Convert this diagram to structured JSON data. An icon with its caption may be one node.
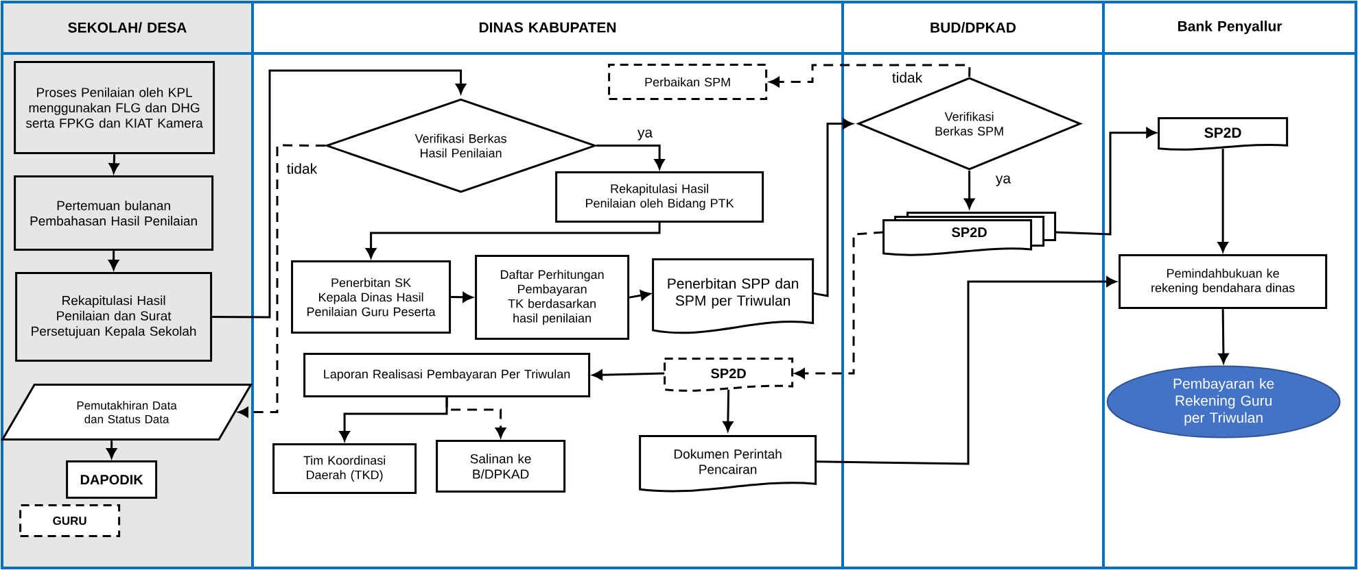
{
  "diagram": {
    "nodes": [
      {
        "text": [
          "SEKOLAH/ DESA"
        ]
      },
      {
        "text": [
          "DINAS KABUPATEN"
        ]
      },
      {
        "text": [
          "BUD/DPKAD"
        ]
      },
      {
        "text": [
          "Bank Penyallur"
        ]
      },
      {
        "text": [
          "Proses Penilaian oleh KPL menggunakan FLG dan DHG serta FPKG dan KIAT Kamera"
        ],
        "in": 0
      },
      {
        "text": [
          "Pertemuan bulanan Pembahasan Hasil Penilaian"
        ],
        "in": 0
      },
      {
        "text": [
          "Rekapitulasi Hasil Penilaian dan Surat Persetujuan Kepala Sekolah"
        ],
        "in": 0
      },
      {
        "text": [
          "Pemutakhiran Data dan Status Data"
        ],
        "in": 0
      },
      {
        "text": [
          "DAPODIK"
        ],
        "in": 0
      },
      {
        "text": [
          "GURU"
        ],
        "in": 0
      },
      {
        "text": [
          "Verifikasi Berkas Hasil Penilaian"
        ],
        "in": 1
      },
      {
        "text": [
          "Rekapitulasi Hasil Penilaian oleh Bidang PTK"
        ],
        "in": 1
      },
      {
        "text": [
          "Penerbitan SK Kepala Dinas Hasil Penilaian Guru Peserta"
        ],
        "in": 1
      },
      {
        "text": [
          "Daftar Perhitungan Pembayaran TK berdasarkan hasil penilaian"
        ],
        "in": 1
      },
      {
        "text": [
          "Penerbitan SPP dan SPM per Triwulan"
        ],
        "in": 1
      },
      {
        "text": [
          "Perbaikan SPM"
        ],
        "in": 1
      },
      {
        "text": [
          "Laporan Realisasi Pembayaran Per Triwulan"
        ],
        "in": 1
      },
      {
        "text": [
          "SP2D"
        ],
        "in": 1
      },
      {
        "text": [
          "Tim Koordinasi Daerah (TKD)"
        ],
        "in": 1
      },
      {
        "text": [
          "Salinan ke B/DPKAD"
        ],
        "in": 1
      },
      {
        "text": [
          "Dokumen Perintah Pencairan"
        ],
        "in": 1
      },
      {
        "text": [
          "Verifikasi Berkas SPM"
        ],
        "in": 2
      },
      {
        "text": [
          "SP2D"
        ],
        "in": 2
      },
      {
        "text": [
          "SP2D"
        ],
        "in": 3
      },
      {
        "text": [
          "Pemindahbukuan ke rekening bendahara dinas"
        ],
        "in": 3
      },
      {
        "text": [
          "Pembayaran ke Rekening Guru per Triwulan"
        ],
        "in": 3
      }
    ],
    "edges": [
      {
        "from": 4,
        "to": 5,
        "arrow": "to"
      },
      {
        "from": 5,
        "to": 6,
        "arrow": "to"
      },
      {
        "from": 6,
        "to": 10,
        "arrow": "to"
      },
      {
        "from": 10,
        "to": 11,
        "arrow": "to",
        "label": "ya"
      },
      {
        "from": 11,
        "to": 12,
        "arrow": "to"
      },
      {
        "from": 12,
        "to": 13,
        "arrow": "to"
      },
      {
        "from": 13,
        "to": 14,
        "arrow": "to"
      },
      {
        "from": 14,
        "to": 21,
        "arrow": "to"
      },
      {
        "from": 21,
        "to": 15,
        "arrow": "to",
        "label": "tidak",
        "style": "dashed"
      },
      {
        "from": 21,
        "to": 22,
        "arrow": "to",
        "label": "ya"
      },
      {
        "from": 22,
        "to": 17,
        "arrow": "to",
        "style": "dashed"
      },
      {
        "from": 22,
        "to": 23,
        "arrow": "to"
      },
      {
        "from": 23,
        "to": 24,
        "arrow": "to"
      },
      {
        "from": 24,
        "to": 25,
        "arrow": "to"
      },
      {
        "from": 17,
        "to": 16,
        "arrow": "to"
      },
      {
        "from": 17,
        "to": 20,
        "arrow": "to"
      },
      {
        "from": 20,
        "to": 24,
        "arrow": "to"
      },
      {
        "from": 16,
        "to": 18,
        "arrow": "to"
      },
      {
        "from": 16,
        "to": 19,
        "arrow": "to",
        "style": "dashed"
      },
      {
        "from": 10,
        "to": 7,
        "arrow": "to",
        "label": "tidak",
        "style": "dashed"
      },
      {
        "from": 7,
        "to": 8,
        "arrow": "to"
      }
    ]
  }
}
